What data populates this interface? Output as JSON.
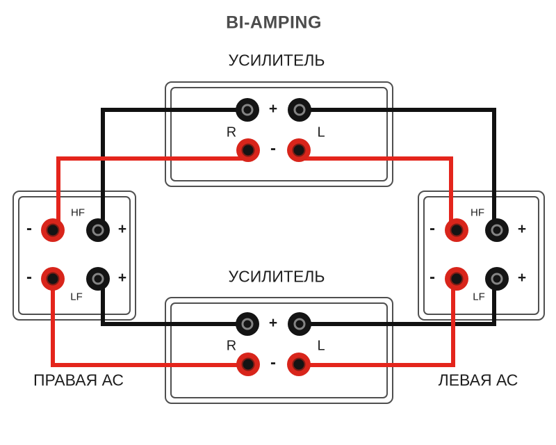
{
  "title": "BI-AMPING",
  "amp_top": {
    "label": "УСИЛИТЕЛЬ",
    "channel_r": "R",
    "channel_l": "L",
    "plus": "+",
    "minus": "-"
  },
  "amp_bottom": {
    "label": "УСИЛИТЕЛЬ",
    "channel_r": "R",
    "channel_l": "L",
    "plus": "+",
    "minus": "-"
  },
  "speaker_left_box": {
    "name": "ПРАВАЯ АС",
    "hf": "HF",
    "lf": "LF",
    "plus": "+",
    "minus": "-"
  },
  "speaker_right_box": {
    "name": "ЛЕВАЯ АС",
    "hf": "HF",
    "lf": "LF",
    "plus": "+",
    "minus": "-"
  },
  "colors": {
    "wire_black": "#111111",
    "wire_red": "#e4251c",
    "post_black": "#141414",
    "post_red": "#d8251b",
    "box_border": "#4f4f4f",
    "text": "#1d1d1d"
  }
}
